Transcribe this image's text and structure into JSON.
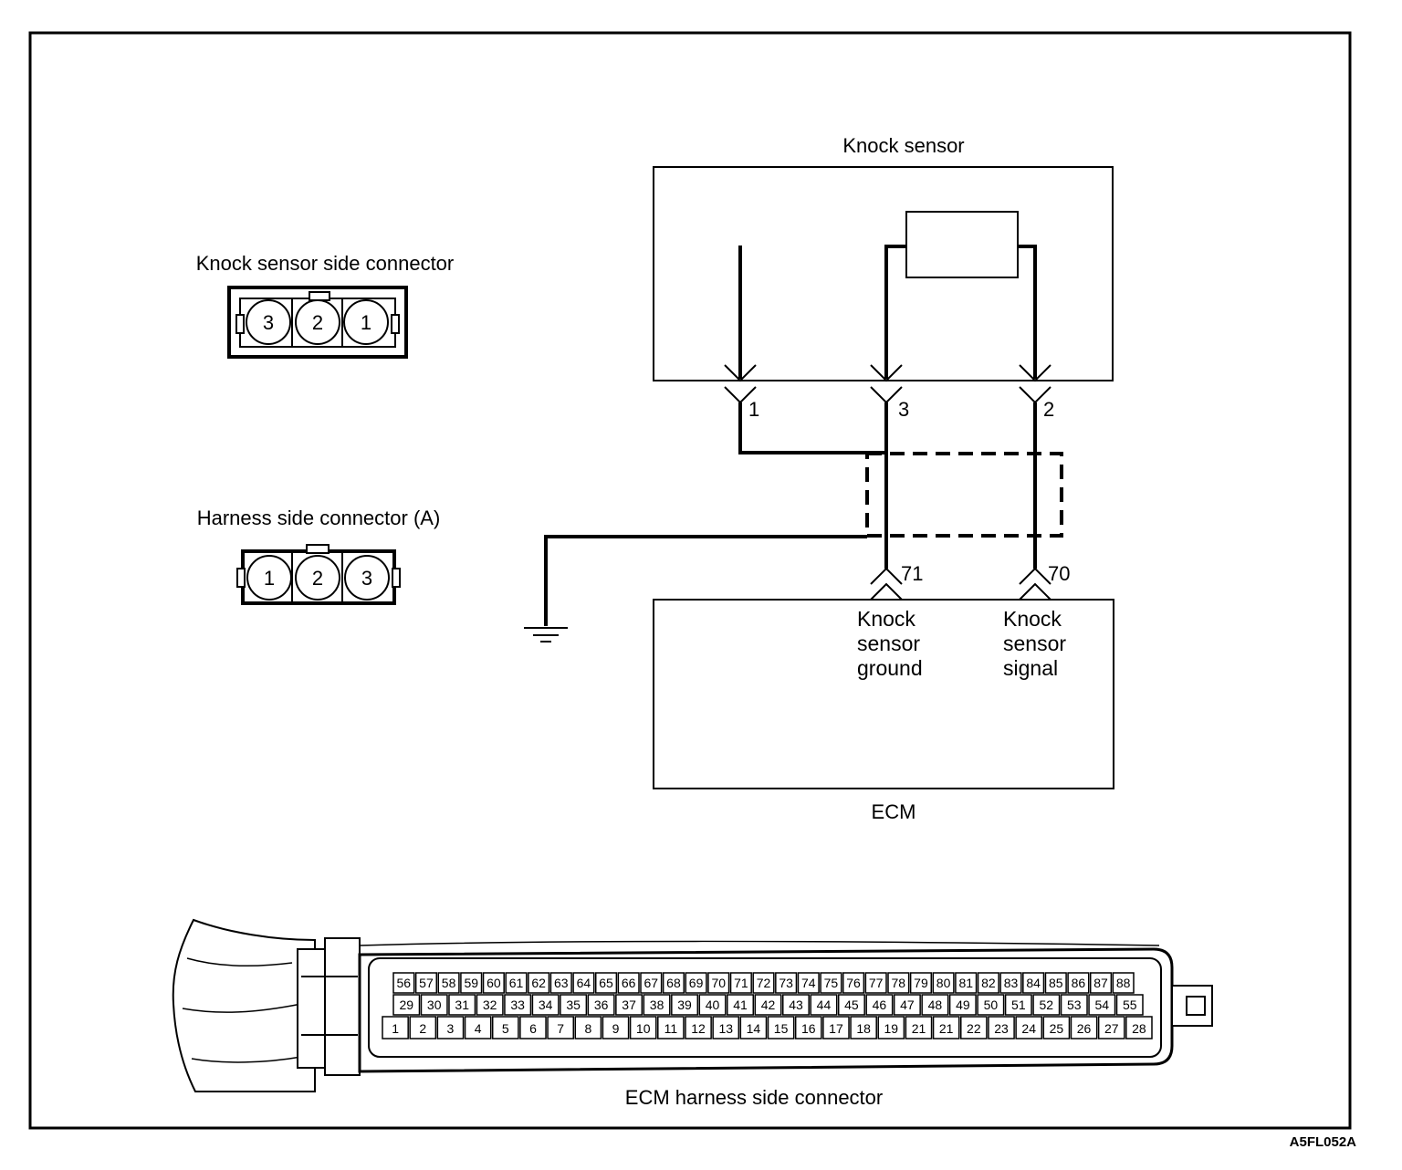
{
  "labels": {
    "knock_sensor": "Knock sensor",
    "knock_sensor_side_connector": "Knock sensor side connector",
    "harness_side_connector": "Harness side connector (A)",
    "ecm": "ECM",
    "ecm_harness_side_connector": "ECM harness side connector",
    "figure_code": "A5FL052A"
  },
  "knock_sensor_connector_pins": [
    "3",
    "2",
    "1"
  ],
  "harness_connector_pins": [
    "1",
    "2",
    "3"
  ],
  "sensor_terminals": [
    "1",
    "3",
    "2"
  ],
  "ecm_terminals": [
    "71",
    "70"
  ],
  "ecm_functions": {
    "ground": [
      "Knock",
      "sensor",
      "ground"
    ],
    "signal": [
      "Knock",
      "sensor",
      "signal"
    ]
  },
  "ecm_connector_rows": {
    "top": [
      "56",
      "57",
      "58",
      "59",
      "60",
      "61",
      "62",
      "63",
      "64",
      "65",
      "66",
      "67",
      "68",
      "69",
      "70",
      "71",
      "72",
      "73",
      "74",
      "75",
      "76",
      "77",
      "78",
      "79",
      "80",
      "81",
      "82",
      "83",
      "84",
      "85",
      "86",
      "87",
      "88"
    ],
    "middle": [
      "29",
      "30",
      "31",
      "32",
      "33",
      "34",
      "35",
      "36",
      "37",
      "38",
      "39",
      "40",
      "41",
      "42",
      "43",
      "44",
      "45",
      "46",
      "47",
      "48",
      "49",
      "50",
      "51",
      "52",
      "53",
      "54",
      "55"
    ],
    "bottom": [
      "1",
      "2",
      "3",
      "4",
      "5",
      "6",
      "7",
      "8",
      "9",
      "10",
      "11",
      "12",
      "13",
      "14",
      "15",
      "16",
      "17",
      "18",
      "19",
      "21",
      "21",
      "22",
      "23",
      "24",
      "25",
      "26",
      "27",
      "28"
    ]
  }
}
